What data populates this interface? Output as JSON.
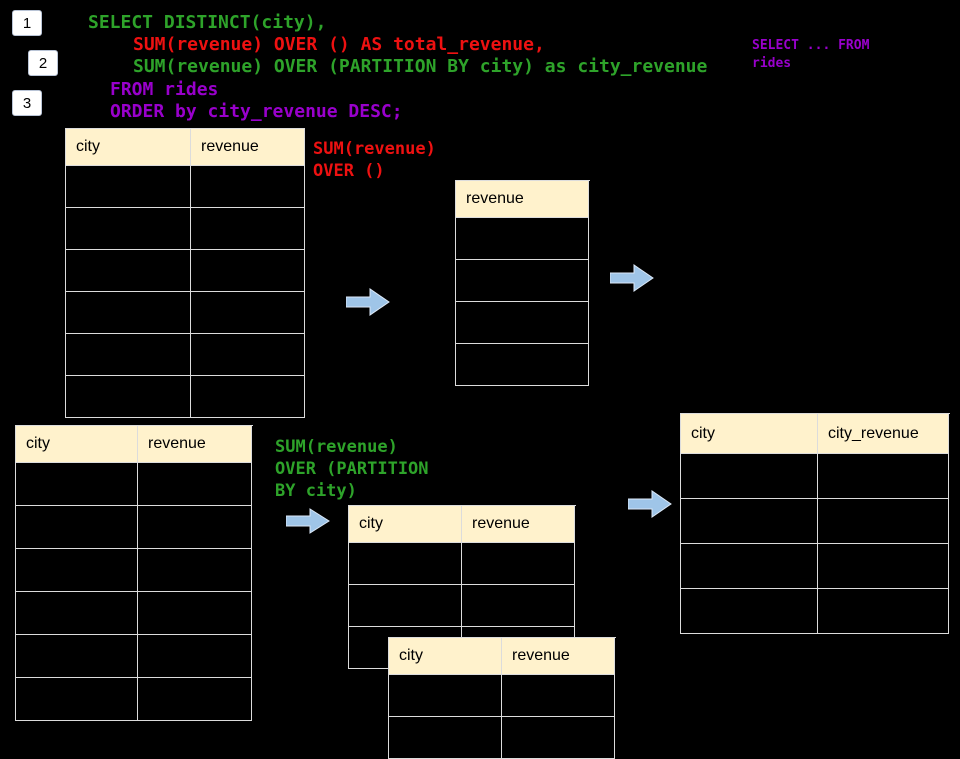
{
  "badges": [
    "1",
    "2",
    "3"
  ],
  "code": {
    "line1": "SELECT DISTINCT(city),",
    "line2": "SUM(revenue) OVER () AS total_revenue,",
    "line3": "SUM(revenue) OVER (PARTITION BY city) as city_revenue",
    "line4": "FROM rides",
    "line5": "ORDER by city_revenue DESC;"
  },
  "side_note": {
    "line1": "SELECT ... FROM",
    "line2": "rides"
  },
  "annotations": {
    "total": {
      "line1": "SUM(revenue)",
      "line2": "OVER ()"
    },
    "partition": {
      "line1": "SUM(revenue)",
      "line2": "OVER (PARTITION",
      "line3": "BY city)"
    }
  },
  "tables": {
    "source_top": {
      "headers": [
        "city",
        "revenue"
      ],
      "rows": 6
    },
    "result_total": {
      "headers": [
        "revenue"
      ],
      "rows": 4
    },
    "source_bottom": {
      "headers": [
        "city",
        "revenue"
      ],
      "rows": 6
    },
    "partition_a": {
      "headers": [
        "city",
        "revenue"
      ],
      "rows": 3
    },
    "partition_b": {
      "headers": [
        "city",
        "revenue"
      ],
      "rows": 2
    },
    "result_partition": {
      "headers": [
        "city",
        "city_revenue"
      ],
      "rows": 4
    }
  },
  "colors": {
    "background": "#000000",
    "code_green": "#2ea32a",
    "code_red": "#ee1111",
    "code_purple": "#9900cc",
    "header_fill": "#fff2cc",
    "table_border": "#dcdcdc",
    "arrow_fill": "#9fc5e8"
  }
}
